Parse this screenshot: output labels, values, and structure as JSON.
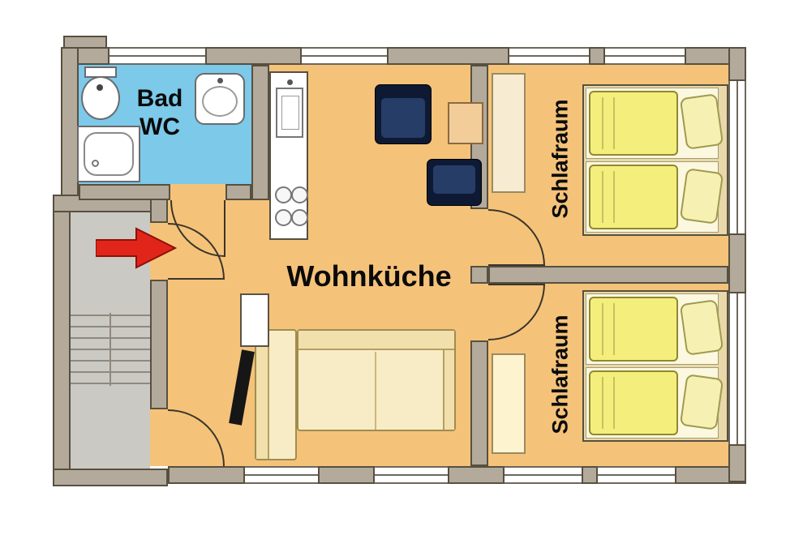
{
  "plan": {
    "labels": {
      "bathroom_line1": "Bad",
      "bathroom_line2": "WC",
      "living_kitchen": "Wohnküche",
      "bedroom_top": "Schlafraum",
      "bedroom_bottom": "Schlafraum"
    },
    "colors": {
      "wall": "#b3aa9c",
      "wall_outline": "#57503f",
      "floor_main": "#f4c379",
      "floor_bathroom": "#7cc9e9",
      "floor_stairwell": "#cbc9c4",
      "sofa": "#f8ecc6",
      "armchair": "#1d2f55",
      "bed_duvet": "#f4ee7c",
      "bed_pillow": "#f6f0b2",
      "side_table": "#f2cd9a",
      "entrance_arrow": "#e1251b",
      "fixture_white": "#ffffff"
    },
    "icons": {
      "entrance_arrow": "arrow-right-icon"
    }
  }
}
